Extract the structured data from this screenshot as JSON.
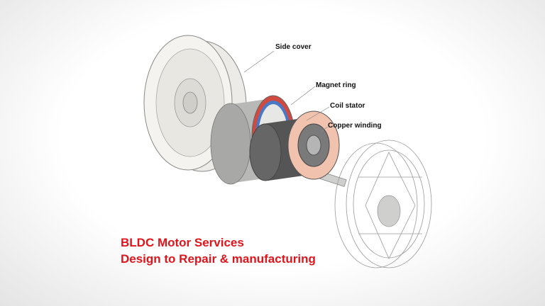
{
  "labels": {
    "side_cover": "Side cover",
    "magnet_ring": "Magnet ring",
    "coil_stator": "Coil stator",
    "copper_winding": "Copper winding"
  },
  "caption": {
    "line1": "BLDC Motor Services",
    "line2": "Design to Repair & manufacturing"
  },
  "colors": {
    "caption": "#e0141b",
    "magnet_red": "#d9473f",
    "magnet_blue": "#4a78c4",
    "copper": "#f1c2ad"
  }
}
